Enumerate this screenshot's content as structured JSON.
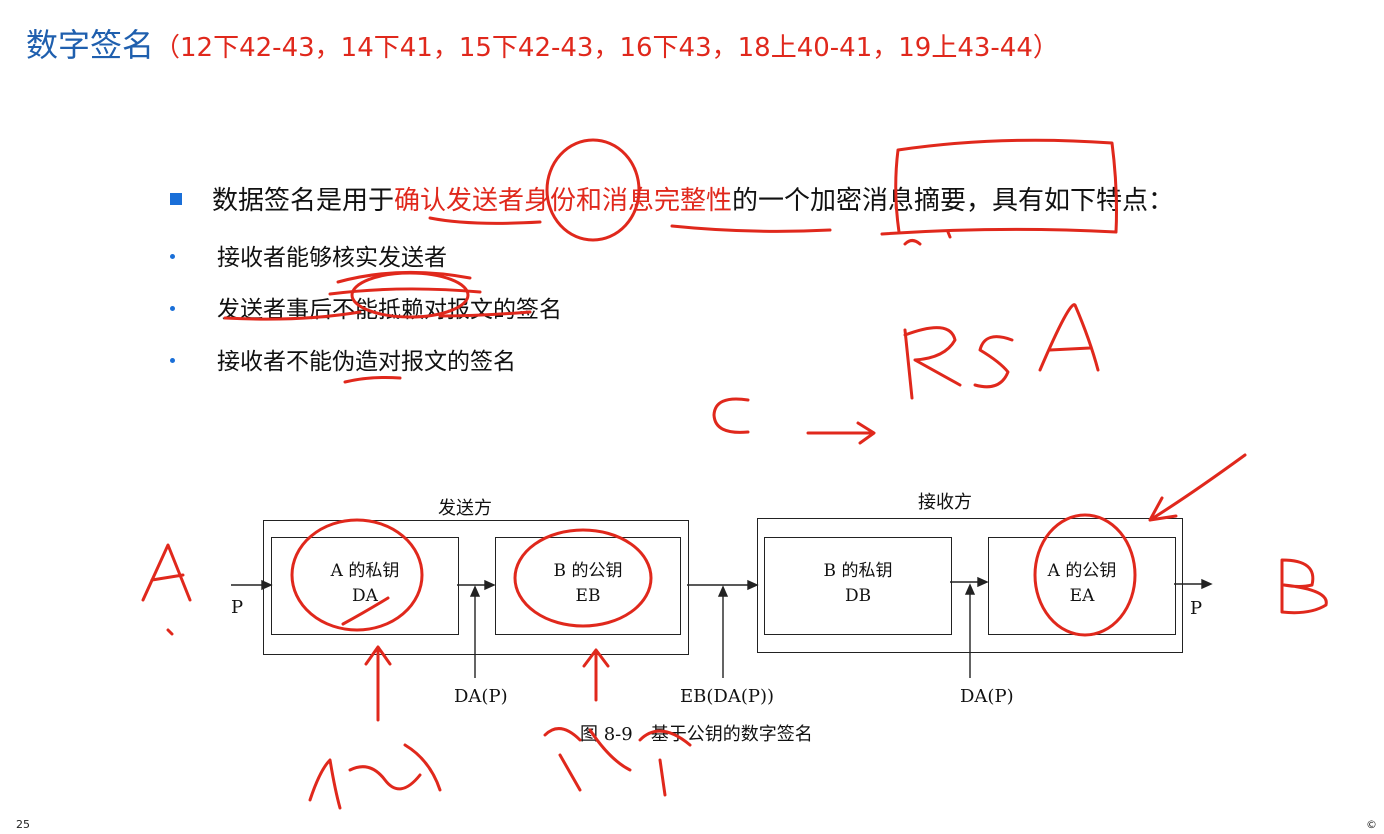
{
  "title": {
    "main": "数字签名",
    "refs": "（12下42-43，14下41，15下42-43，16下43，18上40-41，19上43-44）"
  },
  "bullet": {
    "prefix": "数据签名是用于",
    "highlight": "确认发送者身份和消息完整性",
    "suffix": "的一个加密消息摘要，具有如下特点："
  },
  "features": [
    "接收者能够核实发送者",
    "发送者事后不能抵赖对报文的签名",
    "接收者不能伪造对报文的签名"
  ],
  "diagram": {
    "sender_label": "发送方",
    "receiver_label": "接收方",
    "boxes": [
      {
        "line1": "A 的私钥",
        "line2": "DA"
      },
      {
        "line1": "B 的公钥",
        "line2": "EB"
      },
      {
        "line1": "B 的私钥",
        "line2": "DB"
      },
      {
        "line1": "A 的公钥",
        "line2": "EA"
      }
    ],
    "p_in": "P",
    "p_out": "P",
    "arrow1": "DA(P)",
    "arrow2": "EB(DA(P))",
    "arrow3": "DA(P)",
    "caption": "图 8-9　基于公钥的数字签名"
  },
  "annotations": {
    "rsa": "RSA",
    "c": "C",
    "a": "A",
    "b": "B"
  },
  "footer": {
    "slide_number": "25",
    "copyright": "©"
  },
  "colors": {
    "title_blue": "#1f5fae",
    "accent_red": "#e0281c",
    "bullet_blue": "#1a6fd8"
  }
}
